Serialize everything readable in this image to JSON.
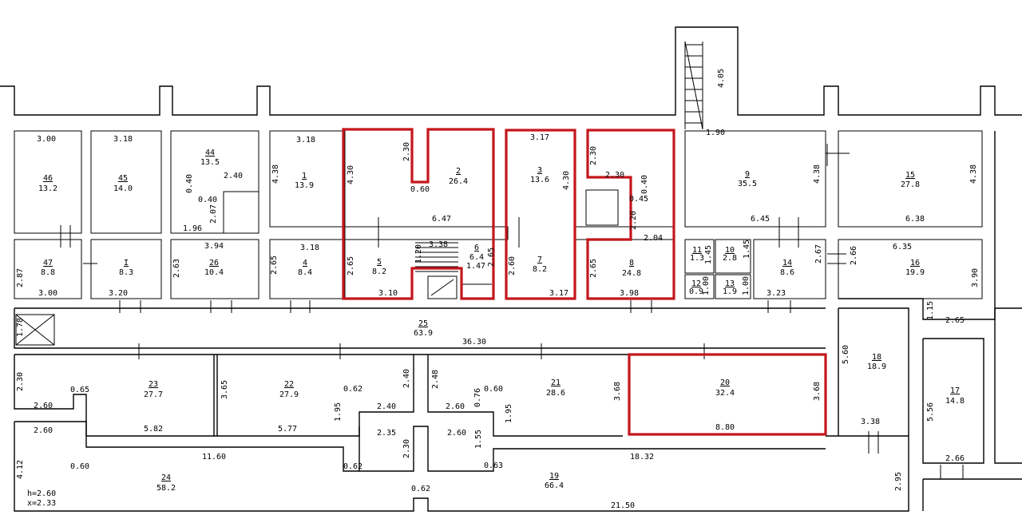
{
  "rooms": [
    {
      "id": "r46",
      "num": "46",
      "area": "13.2"
    },
    {
      "id": "r45",
      "num": "45",
      "area": "14.0"
    },
    {
      "id": "r44",
      "num": "44",
      "area": "13.5"
    },
    {
      "id": "r1",
      "num": "1",
      "area": "13.9"
    },
    {
      "id": "r2",
      "num": "2",
      "area": "26.4"
    },
    {
      "id": "r3",
      "num": "3",
      "area": "13.6"
    },
    {
      "id": "r9",
      "num": "9",
      "area": "35.5"
    },
    {
      "id": "r15",
      "num": "15",
      "area": "27.8"
    },
    {
      "id": "r47",
      "num": "47",
      "area": "8.8"
    },
    {
      "id": "rI",
      "num": "I",
      "area": "8.3"
    },
    {
      "id": "r26",
      "num": "26",
      "area": "10.4"
    },
    {
      "id": "r4",
      "num": "4",
      "area": "8.4"
    },
    {
      "id": "r5",
      "num": "5",
      "area": "8.2"
    },
    {
      "id": "r6",
      "num": "6",
      "area": "6.4"
    },
    {
      "id": "r7",
      "num": "7",
      "area": "8.2"
    },
    {
      "id": "r8",
      "num": "8",
      "area": "24.8"
    },
    {
      "id": "r11",
      "num": "11",
      "area": "1.3"
    },
    {
      "id": "r10",
      "num": "10",
      "area": "2.8"
    },
    {
      "id": "r12",
      "num": "12",
      "area": "0.9"
    },
    {
      "id": "r13",
      "num": "13",
      "area": "1.9"
    },
    {
      "id": "r14",
      "num": "14",
      "area": "8.6"
    },
    {
      "id": "r16",
      "num": "16",
      "area": "19.9"
    },
    {
      "id": "r25",
      "num": "25",
      "area": "63.9"
    },
    {
      "id": "r23",
      "num": "23",
      "area": "27.7"
    },
    {
      "id": "r22",
      "num": "22",
      "area": "27.9"
    },
    {
      "id": "r21",
      "num": "21",
      "area": "28.6"
    },
    {
      "id": "r20",
      "num": "20",
      "area": "32.4"
    },
    {
      "id": "r18",
      "num": "18",
      "area": "18.9"
    },
    {
      "id": "r17",
      "num": "17",
      "area": "14.8"
    },
    {
      "id": "r24",
      "num": "24",
      "area": "58.2"
    },
    {
      "id": "r19",
      "num": "19",
      "area": "66.4"
    }
  ],
  "dims": {
    "d1": "3.00",
    "d2": "3.18",
    "d3": "3.18",
    "d4": "4.38",
    "d5": "2.40",
    "d6": "0.40",
    "d7": "0.40",
    "d8": "2.07",
    "d9": "1.96",
    "d10": "4.30",
    "d11": "2.30",
    "d12": "0.60",
    "d13": "6.47",
    "d14": "3.17",
    "d15": "4.30",
    "d16": "2.30",
    "d17": "2.30",
    "d18": "0.40",
    "d19": "0.45",
    "d20": "2.20",
    "d21": "2.04",
    "d22": "4.05",
    "d23": "1.90",
    "d24": "4.38",
    "d25": "6.45",
    "d26": "4.38",
    "d27": "6.38",
    "d28": "2.87",
    "d29": "3.00",
    "d30": "3.20",
    "d31": "3.94",
    "d32": "2.63",
    "d33": "2.65",
    "d34": "3.18",
    "d35": "3.38",
    "d36": "1.20",
    "d37": "2.65",
    "d38": "2.65",
    "d39": "1.47",
    "d40": "3.10",
    "d41": "2.60",
    "d42": "3.17",
    "d43": "2.65",
    "d44": "3.98",
    "d45": "1.45",
    "d46": "1.45",
    "d47": "1.00",
    "d48": "1.00",
    "d49": "2.67",
    "d50": "2.66",
    "d51": "6.35",
    "d52": "3.23",
    "d53": "3.90",
    "d54": "1.15",
    "d55": "2.65",
    "d56": "1.78",
    "d57": "36.30",
    "d58": "2.30",
    "d59": "0.65",
    "d60": "2.60",
    "d61": "5.82",
    "d62": "3.65",
    "d63": "5.77",
    "d64": "0.62",
    "d65": "1.95",
    "d66": "2.40",
    "d67": "2.40",
    "d68": "2.48",
    "d69": "0.76",
    "d70": "0.60",
    "d71": "2.60",
    "d72": "1.95",
    "d73": "3.68",
    "d74": "3.68",
    "d75": "8.80",
    "d76": "5.60",
    "d77": "3.38",
    "d78": "5.56",
    "d79": "2.66",
    "d80": "2.60",
    "d81": "0.60",
    "d82": "11.60",
    "d83": "0.62",
    "d84": "2.35",
    "d85": "2.30",
    "d86": "2.60",
    "d87": "1.55",
    "d88": "0.63",
    "d89": "18.32",
    "d90": "4.12",
    "d91": "0.62",
    "d92": "21.50",
    "d93": "2.95"
  },
  "notes": {
    "height": "h=2.60",
    "x": "x=2.33"
  },
  "colors": {
    "wall": "#000000",
    "highlight": "#c4161c"
  }
}
